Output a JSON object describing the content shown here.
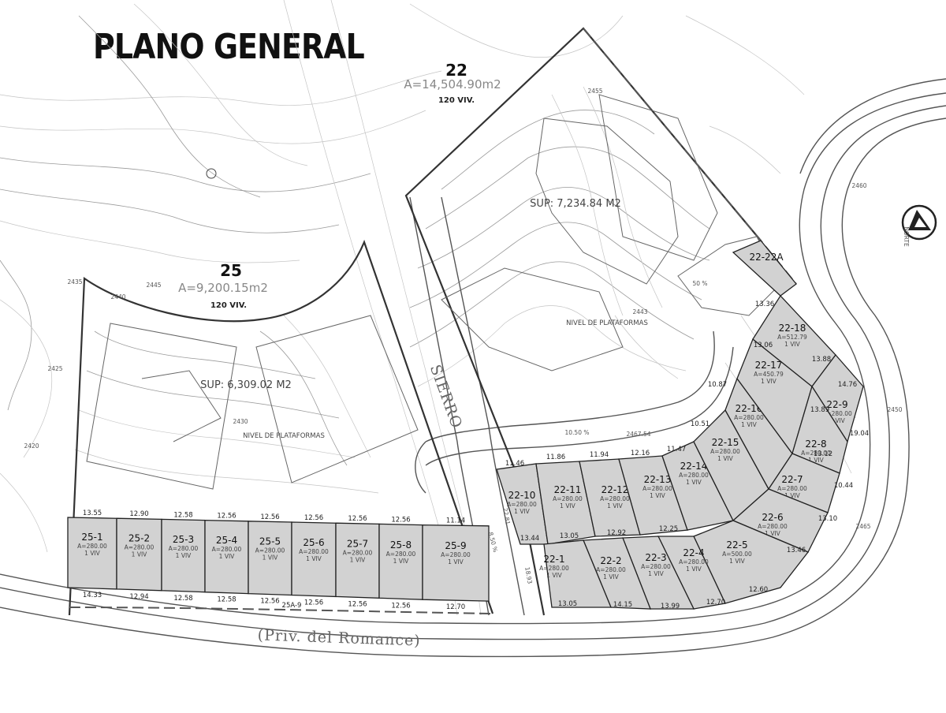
{
  "title": "PLANO GENERAL",
  "zones": [
    {
      "id": "22",
      "area": "A=14,504.90m2",
      "units": "120 VIV.",
      "surface": "SUP: 7,234.84 M2",
      "platform_label": "NIVEL DE PLATAFORMAS"
    },
    {
      "id": "25",
      "area": "A=9,200.15m2",
      "units": "120 VIV.",
      "surface": "SUP: 6,309.02 M2",
      "platform_label": "NIVEL DE PLATAFORMAS"
    }
  ],
  "lots": [
    {
      "id": "25-1",
      "area": "A=280.00",
      "units": "1 VIV"
    },
    {
      "id": "25-2",
      "area": "A=280.00",
      "units": "1 VIV"
    },
    {
      "id": "25-3",
      "area": "A=280.00",
      "units": "1 VIV"
    },
    {
      "id": "25-4",
      "area": "A=280.00",
      "units": "1 VIV"
    },
    {
      "id": "25-5",
      "area": "A=280.00",
      "units": "1 VIV"
    },
    {
      "id": "25-6",
      "area": "A=280.00",
      "units": "1 VIV"
    },
    {
      "id": "25-7",
      "area": "A=280.00",
      "units": "1 VIV"
    },
    {
      "id": "25-8",
      "area": "A=280.00",
      "units": "1 VIV"
    },
    {
      "id": "25-9",
      "area": "A=280.00",
      "units": "1 VIV"
    },
    {
      "id": "22-1",
      "area": "A=280.00",
      "units": "1 VIV"
    },
    {
      "id": "22-2",
      "area": "A=280.00",
      "units": "1 VIV"
    },
    {
      "id": "22-3",
      "area": "A=280.00",
      "units": "1 VIV"
    },
    {
      "id": "22-4",
      "area": "A=280.00",
      "units": "1 VIV"
    },
    {
      "id": "22-5",
      "area": "A=500.00",
      "units": "1 VIV"
    },
    {
      "id": "22-6",
      "area": "A=280.00",
      "units": "1 VIV"
    },
    {
      "id": "22-7",
      "area": "A=280.00",
      "units": "1 VIV"
    },
    {
      "id": "22-8",
      "area": "A=280.00",
      "units": "1 VIV"
    },
    {
      "id": "22-9",
      "area": "A=280.00",
      "units": "1 VIV"
    },
    {
      "id": "22-10",
      "area": "A=280.00",
      "units": "1 VIV"
    },
    {
      "id": "22-11",
      "area": "A=280.00",
      "units": "1 VIV"
    },
    {
      "id": "22-12",
      "area": "A=280.00",
      "units": "1 VIV"
    },
    {
      "id": "22-13",
      "area": "A=280.00",
      "units": "1 VIV"
    },
    {
      "id": "22-14",
      "area": "A=280.00",
      "units": "1 VIV"
    },
    {
      "id": "22-15",
      "area": "A=280.00",
      "units": "1 VIV"
    },
    {
      "id": "22-16",
      "area": "A=280.00",
      "units": "1 VIV"
    },
    {
      "id": "22-17",
      "area": "A=450.79",
      "units": "1 VIV"
    },
    {
      "id": "22-18",
      "area": "A=512.79",
      "units": "1 VIV"
    },
    {
      "id": "22-22A",
      "area": "",
      "units": ""
    }
  ],
  "row25_top_dims": [
    "13.55",
    "12.90",
    "12.58",
    "12.56",
    "12.56",
    "12.56",
    "12.56",
    "12.56",
    "11.14"
  ],
  "row25_bottom_dims": [
    "14.33",
    "12.94",
    "12.58",
    "12.58",
    "12.56",
    "12.56",
    "12.56",
    "12.56",
    "12.70"
  ],
  "row22_top_dims": [
    "11.46",
    "11.86",
    "11.94",
    "12.16",
    "11.47",
    "10.51",
    "10.87"
  ],
  "row22_mid_dims": [
    "13.44",
    "13.05",
    "12.92",
    "12.25"
  ],
  "row22_bottom_dims": [
    "13.05",
    "14.15",
    "13.99",
    "12.70",
    "12.60"
  ],
  "right_dims": [
    "13.36",
    "13.06",
    "13.88",
    "14.76",
    "13.89",
    "13.12",
    "19.04",
    "10.44",
    "13.10",
    "13.46"
  ],
  "street_name": "(Priv. del Romance)",
  "road_label": "SIERRO",
  "lot_strip_label": "25A-9",
  "elevations": [
    "2455",
    "2450",
    "2445",
    "2440",
    "2435",
    "2430",
    "2425",
    "2420",
    "2443",
    "2460",
    "2465",
    "2467.54"
  ],
  "grade_labels": [
    "10.50 %",
    "8.50 %",
    "50 %",
    "22.81",
    "18.93"
  ],
  "compass_label": "NORTE"
}
